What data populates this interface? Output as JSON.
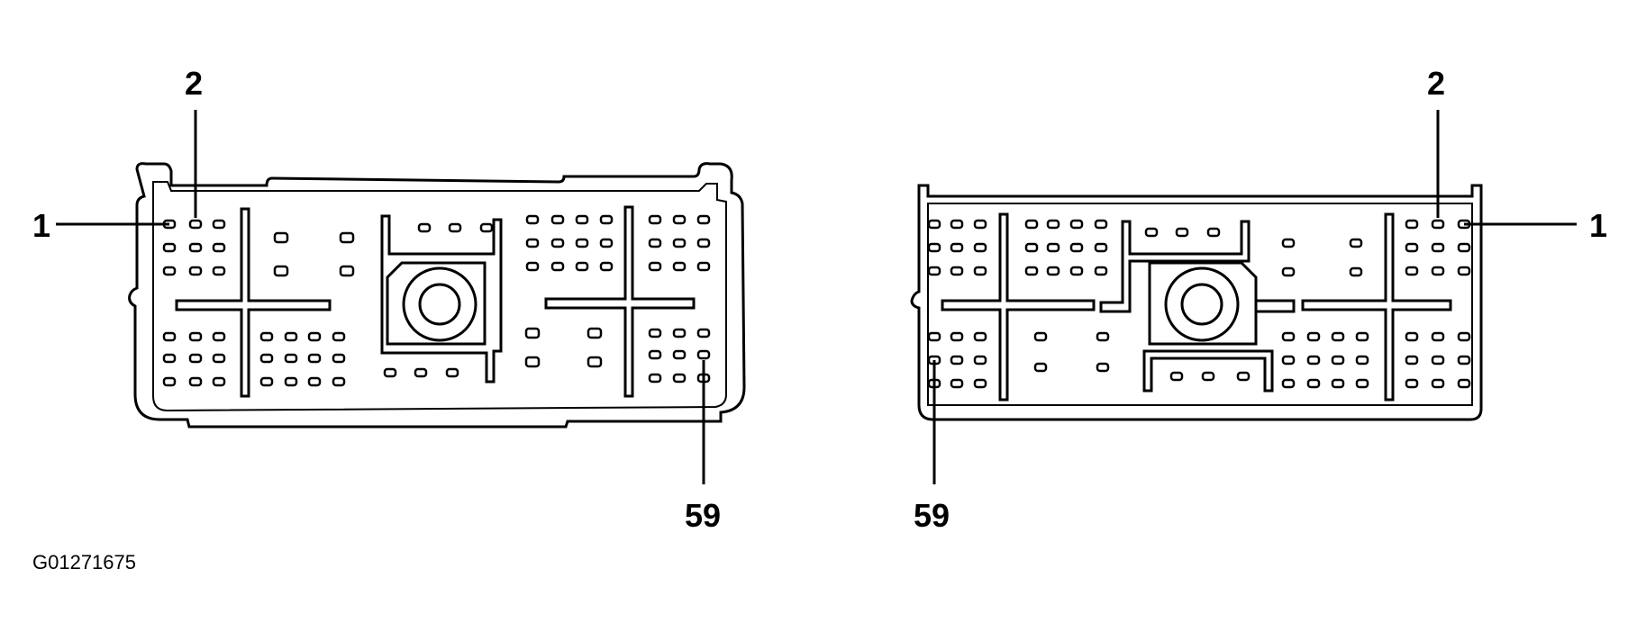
{
  "left_connector": {
    "pin_label_1": "1",
    "pin_label_2": "2",
    "pin_label_59": "59"
  },
  "right_connector": {
    "pin_label_1": "1",
    "pin_label_2": "2",
    "pin_label_59": "59"
  },
  "figure_code": "G01271675",
  "colors": {
    "line": "#000000",
    "background": "#ffffff"
  }
}
